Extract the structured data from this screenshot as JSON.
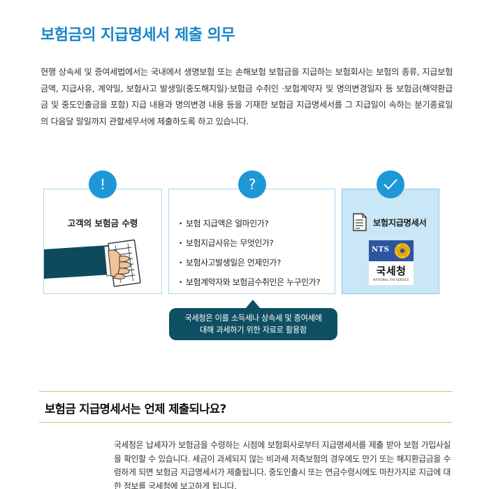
{
  "title": "보험금의 지급명세서 제출 의무",
  "intro": "현행 상속세 및 증여세법에서는 국내에서 생명보험 또는 손해보험 보험금을 지급하는 보험회사는 보험의 종류, 지급보험금액, 지급사유, 계약일, 보험사고 발생일(중도해지일)·보험금 수취인 ·보험계약자 및 명의변경일자 등 보험금(해약환급금 및 중도인출금을 포함) 지급 내용과 명의변경 내용 등을 기재한 보험금 지급명세서를 그 지급일이 속하는 분기종료일의 다음달 말일까지 관할세무서에 제출하도록 하고 있습니다.",
  "boxes": {
    "box1": {
      "icon_symbol": "!",
      "label": "고객의 보험금 수령"
    },
    "box2": {
      "icon_symbol": "?",
      "items": [
        "보험 지급액은 얼마인가?",
        "보험지급사유는 무엇인가?",
        "보험사고발생일은 언제인가?",
        "보험계약자와 보험금수취인은 누구인가?"
      ]
    },
    "box3": {
      "icon_name": "checkmark-icon",
      "label": "보험지급명세서",
      "logo": {
        "letters": "NTS",
        "name": "국세청",
        "subtitle": "NATIONAL TAX SERVICE"
      }
    }
  },
  "callout": {
    "line1": "국세청은 이를 소득세나 상속세 및 증여세에",
    "line2": "대해 과세하기 위한 자료로 활용함"
  },
  "section_heading": "보험금 지급명세서는 언제 제출되나요?",
  "body2": "국세청은 납세자가 보험금을 수령하는 시점에 보험회사로부터 지급명세서를 제출 받아 보험 가입사실을 확인할 수 있습니다. 세금이 과세되지 않는 비과세 저축보험의 경우에도 만기 또는 해지환급금을 수령하게 되면 보험금 지급명세서가 제출됩니다. 중도인출시 또는 연금수령시에도 마찬가지로 지급에 대한 정보를 국세청에 보고하게 됩니다.",
  "colors": {
    "title_blue": "#1a86c7",
    "circle_blue": "#1e97d6",
    "box_border": "#a9d6ef",
    "box3_fill": "#c9e7f6",
    "callout_bg": "#0f4f63",
    "rule_green": "#b8d07b"
  }
}
